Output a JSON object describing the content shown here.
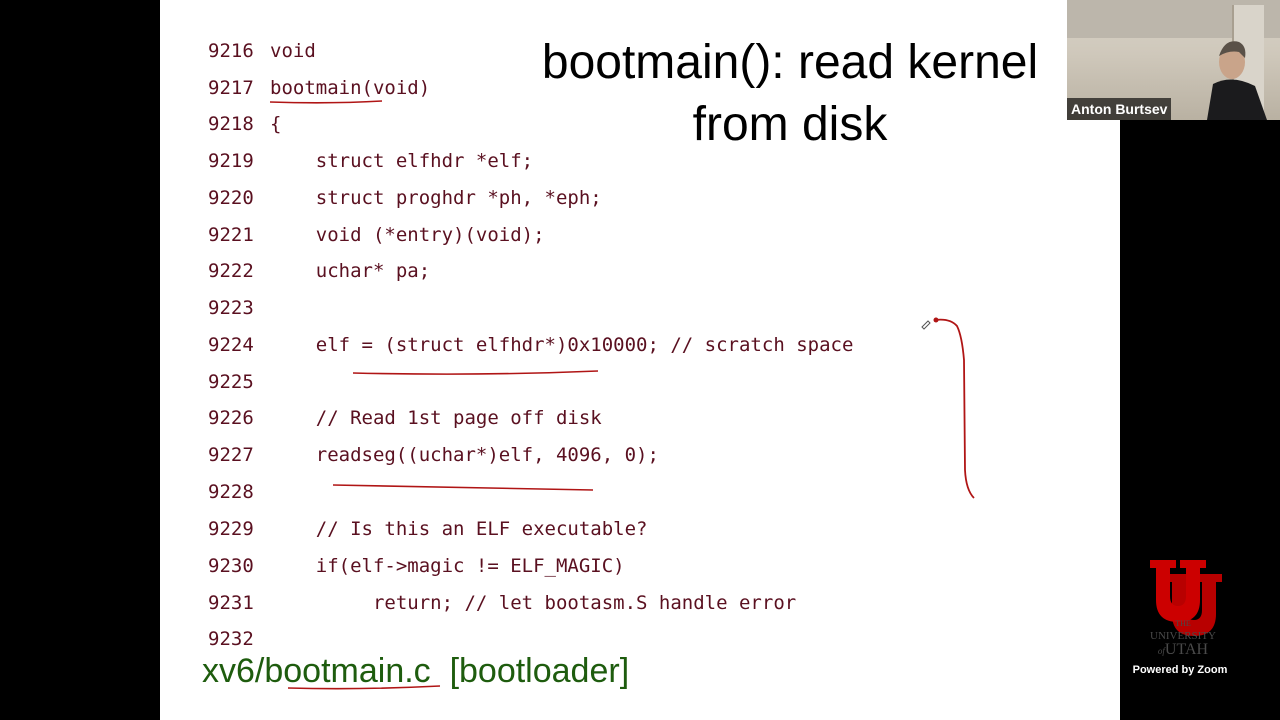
{
  "slide": {
    "title_line1": "bootmain(): read kernel",
    "title_line2": "from disk",
    "footer": "xv6/bootmain.c  [bootloader]",
    "code": [
      {
        "num": "9216",
        "text": "void"
      },
      {
        "num": "9217",
        "text": "bootmain(void)"
      },
      {
        "num": "9218",
        "text": "{"
      },
      {
        "num": "9219",
        "text": "    struct elfhdr *elf;"
      },
      {
        "num": "9220",
        "text": "    struct proghdr *ph, *eph;"
      },
      {
        "num": "9221",
        "text": "    void (*entry)(void);"
      },
      {
        "num": "9222",
        "text": "    uchar* pa;"
      },
      {
        "num": "9223",
        "text": ""
      },
      {
        "num": "9224",
        "text": "    elf = (struct elfhdr*)0x10000; // scratch space"
      },
      {
        "num": "9225",
        "text": ""
      },
      {
        "num": "9226",
        "text": "    // Read 1st page off disk"
      },
      {
        "num": "9227",
        "text": "    readseg((uchar*)elf, 4096, 0);"
      },
      {
        "num": "9228",
        "text": ""
      },
      {
        "num": "9229",
        "text": "    // Is this an ELF executable?"
      },
      {
        "num": "9230",
        "text": "    if(elf->magic != ELF_MAGIC)"
      },
      {
        "num": "9231",
        "text": "         return; // let bootasm.S handle error"
      },
      {
        "num": "9232",
        "text": ""
      }
    ]
  },
  "video": {
    "participant_name": "Anton Burtsev"
  },
  "branding": {
    "logo_the": "THE",
    "logo_university": "UNIVERSITY",
    "logo_of": "of",
    "logo_utah": "UTAH",
    "powered_by": "Powered by Zoom"
  },
  "colors": {
    "code_text": "#5a1020",
    "footer_text": "#1e5c0e",
    "ink_annotation": "#b01515",
    "utah_red": "#cc0000"
  }
}
